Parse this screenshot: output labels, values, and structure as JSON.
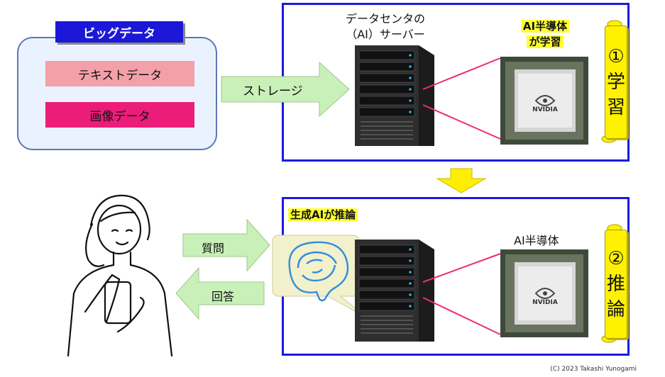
{
  "bigdata": {
    "title": "ビッグデータ",
    "items": [
      "テキストデータ",
      "画像データ"
    ]
  },
  "storage_label": "ストレージ",
  "server_label_line1": "データセンタの",
  "server_label_line2": "（AI）サーバー",
  "chip_learning_line1": "AI半導体",
  "chip_learning_line2": "が学習",
  "chip_brand": "NVIDIA",
  "learn_number": "①",
  "learn_text": [
    "学",
    "習"
  ],
  "genai_label": "生成AIが推論",
  "chip_infer_label": "AI半導体",
  "infer_number": "②",
  "infer_text": [
    "推",
    "論"
  ],
  "question_label": "質問",
  "answer_label": "回答",
  "credit": "(C) 2023 Takashi Yunogami",
  "colors": {
    "frame": "#1a1ae0",
    "arrow": "#c8f0b8",
    "highlight": "#ffff33",
    "connector": "#ee2a7b",
    "down_arrow": "#ffee00"
  }
}
